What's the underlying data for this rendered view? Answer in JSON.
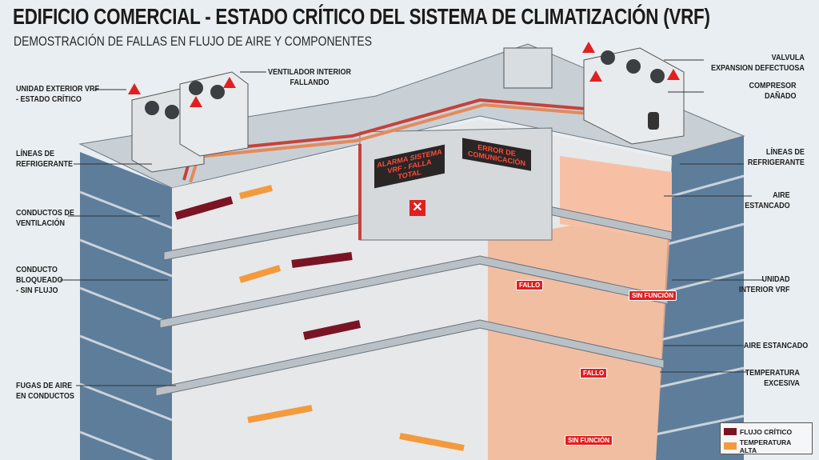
{
  "header": {
    "title": "EDIFICIO COMERCIAL - ESTADO CRÍTICO DEL SISTEMA DE CLIMATIZACIÓN (VRF)",
    "subtitle": "DEMOSTRACIÓN DE FALLAS EN FLUJO DE AIRE Y COMPONENTES"
  },
  "labels_left": {
    "outdoor_unit": [
      "UNIDAD EXTERIOR VRF",
      "- ESTADO CRÍTICO"
    ],
    "indoor_fan": [
      "VENTILADOR INTERIOR",
      "FALLANDO"
    ],
    "refrigerant_lines": [
      "LÍNEAS DE",
      "REFRIGERANTE"
    ],
    "ducts": [
      "CONDUCTOS DE",
      "VENTILACIÓN"
    ],
    "blocked_duct": [
      "CONDUCTO",
      "BLOQUEADO",
      "- SIN FLUJO"
    ],
    "air_leaks": [
      "FUGAS DE AIRE",
      "EN CONDUCTOS"
    ]
  },
  "labels_right": {
    "valve": [
      "VALVULA",
      "EXPANSION DEFECTUOSA"
    ],
    "compressor": [
      "COMPRESOR",
      "DAÑADO"
    ],
    "refrigerant_lines": [
      "LÍNEAS DE",
      "REFRIGERANTE"
    ],
    "stagnant_air_1": [
      "AIRE",
      "ESTANCADO"
    ],
    "indoor_unit": [
      "UNIDAD",
      "INTERIOR VRF"
    ],
    "stagnant_air_2": [
      "AIRE ESTANCADO"
    ],
    "excess_temp": [
      "TEMPERATURA",
      "EXCESIVA"
    ]
  },
  "control_room": {
    "alarm_screen": "ALARMA SISTEMA VRF - FALLA TOTAL",
    "comm_error_screen": "ERROR DE COMUNICACIÓN"
  },
  "scene_tags": {
    "fallo_1": "FALLO",
    "fallo_2": "FALLO",
    "sin_funcion_1": "SIN FUNCIÓN",
    "sin_funcion_2": "SIN FUNCIÓN"
  },
  "legend": {
    "items": [
      {
        "label": "FLUJO CRÍTICO",
        "color": "#7a1424"
      },
      {
        "label": "TEMPERATURA ALTA",
        "color": "#f39a3d"
      }
    ]
  },
  "colors": {
    "alert_red": "#e02020",
    "glass_blue": "#5b7c9a",
    "hot_zone": "#f6b08a"
  }
}
